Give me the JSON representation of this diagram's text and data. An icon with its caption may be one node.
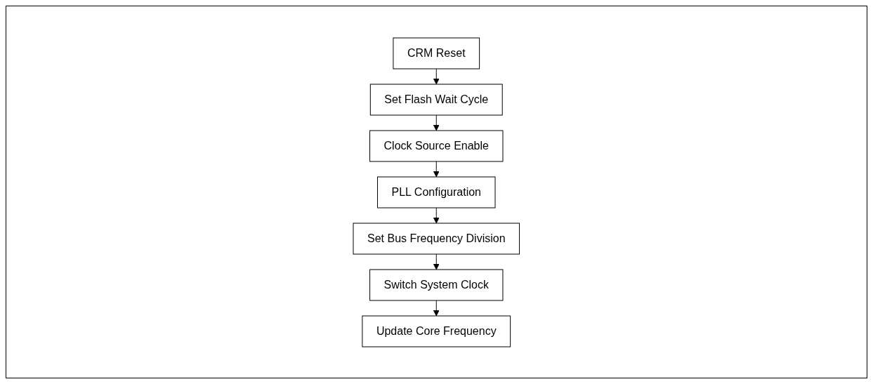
{
  "diagram": {
    "nodes": [
      {
        "text": [
          "CRM Reset"
        ]
      },
      {
        "text": [
          "Set Flash Wait Cycle"
        ]
      },
      {
        "text": [
          "Clock Source Enable"
        ]
      },
      {
        "text": [
          "PLL Configuration"
        ]
      },
      {
        "text": [
          "Set Bus Frequency Division"
        ]
      },
      {
        "text": [
          "Switch System Clock"
        ]
      },
      {
        "text": [
          "Update Core Frequency"
        ]
      }
    ],
    "edges": [
      {
        "from": 0,
        "to": 1,
        "arrow": "to"
      },
      {
        "from": 1,
        "to": 2,
        "arrow": "to"
      },
      {
        "from": 2,
        "to": 3,
        "arrow": "to"
      },
      {
        "from": 3,
        "to": 4,
        "arrow": "to"
      },
      {
        "from": 4,
        "to": 5,
        "arrow": "to"
      },
      {
        "from": 5,
        "to": 6,
        "arrow": "to"
      }
    ]
  }
}
